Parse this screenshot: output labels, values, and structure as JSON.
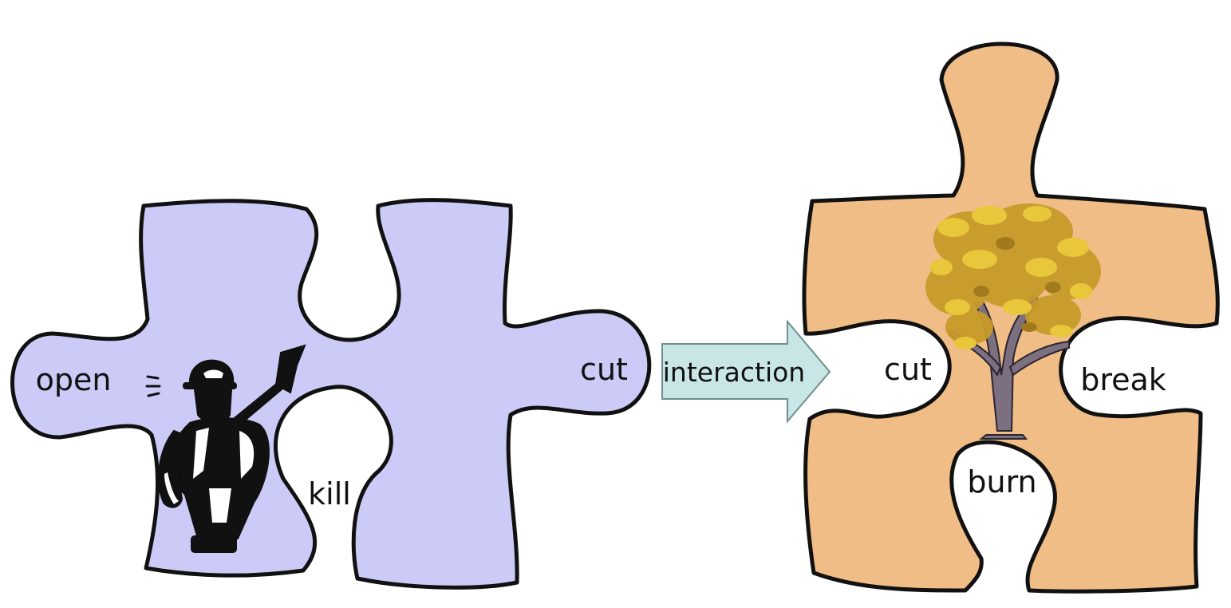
{
  "left_piece": {
    "color": "#cccbf7",
    "labels": {
      "open": "open",
      "cut": "cut",
      "kill": "kill"
    },
    "icon": "lumberjack-with-axe-icon"
  },
  "arrow": {
    "label": "interaction",
    "color": "#c9e6e6"
  },
  "right_piece": {
    "color": "#efbd85",
    "labels": {
      "cut": "cut",
      "break": "break",
      "burn": "burn"
    },
    "icon": "tree-icon"
  }
}
